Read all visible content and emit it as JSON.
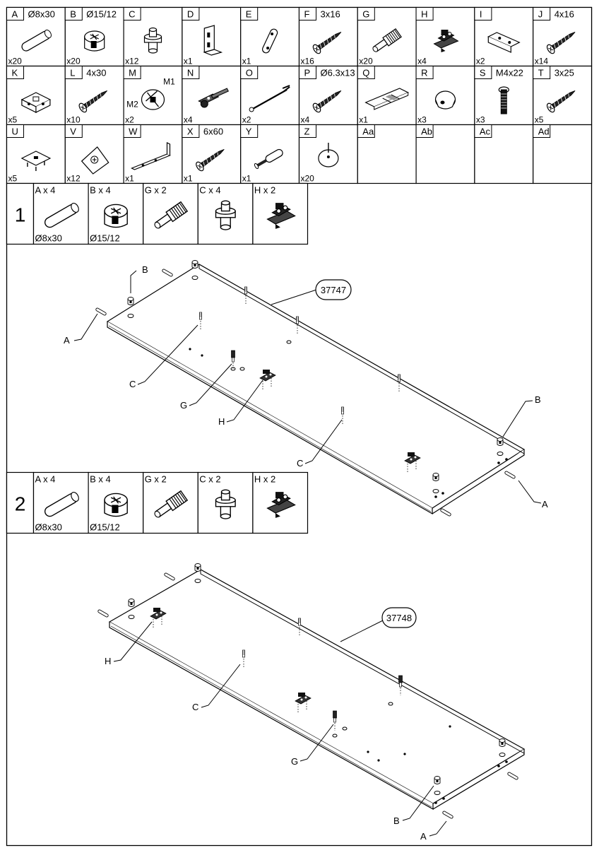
{
  "parts": [
    {
      "letter": "A",
      "spec": "Ø8x30",
      "qty": "x20",
      "icon": "dowel-icon"
    },
    {
      "letter": "B",
      "spec": "Ø15/12",
      "qty": "x20",
      "icon": "cam-lock-icon"
    },
    {
      "letter": "C",
      "spec": "",
      "qty": "x12",
      "icon": "cam-bolt-icon"
    },
    {
      "letter": "D",
      "spec": "",
      "qty": "x1",
      "icon": "bracket-icon"
    },
    {
      "letter": "E",
      "spec": "",
      "qty": "x1",
      "icon": "plate-icon"
    },
    {
      "letter": "F",
      "spec": "3x16",
      "qty": "x16",
      "icon": "screw-icon"
    },
    {
      "letter": "G",
      "spec": "",
      "qty": "x20",
      "icon": "shelf-pin-icon"
    },
    {
      "letter": "H",
      "spec": "",
      "qty": "x4",
      "icon": "hinge-plate-icon"
    },
    {
      "letter": "I",
      "spec": "",
      "qty": "x2",
      "icon": "angle-bracket-icon"
    },
    {
      "letter": "J",
      "spec": "4x16",
      "qty": "x14",
      "icon": "screw-icon"
    },
    {
      "letter": "K",
      "spec": "",
      "qty": "x5",
      "icon": "block-icon"
    },
    {
      "letter": "L",
      "spec": "4x30",
      "qty": "x10",
      "icon": "screw-icon"
    },
    {
      "letter": "M",
      "spec": "",
      "qty": "x2",
      "icon": "rotary-fitting-icon",
      "m1": "M1",
      "m2": "M2"
    },
    {
      "letter": "N",
      "spec": "",
      "qty": "x4",
      "icon": "hinge-icon"
    },
    {
      "letter": "O",
      "spec": "",
      "qty": "x2",
      "icon": "rod-icon"
    },
    {
      "letter": "P",
      "spec": "Ø6.3x13",
      "qty": "x4",
      "icon": "screw-icon"
    },
    {
      "letter": "Q",
      "spec": "",
      "qty": "x1",
      "icon": "pad-strip-icon"
    },
    {
      "letter": "R",
      "spec": "",
      "qty": "x3",
      "icon": "knob-icon"
    },
    {
      "letter": "S",
      "spec": "M4x22",
      "qty": "x3",
      "icon": "bolt-icon"
    },
    {
      "letter": "T",
      "spec": "3x25",
      "qty": "x5",
      "icon": "screw-icon"
    },
    {
      "letter": "U",
      "spec": "",
      "qty": "x5",
      "icon": "clip-icon"
    },
    {
      "letter": "V",
      "spec": "",
      "qty": "x12",
      "icon": "corner-icon"
    },
    {
      "letter": "W",
      "spec": "",
      "qty": "x1",
      "icon": "l-bracket-icon"
    },
    {
      "letter": "X",
      "spec": "6x60",
      "qty": "x1",
      "icon": "screw-icon"
    },
    {
      "letter": "Y",
      "spec": "",
      "qty": "x1",
      "icon": "anchor-icon"
    },
    {
      "letter": "Z",
      "spec": "",
      "qty": "x20",
      "icon": "cap-icon"
    },
    {
      "letter": "Aa",
      "spec": "",
      "qty": "",
      "icon": ""
    },
    {
      "letter": "Ab",
      "spec": "",
      "qty": "",
      "icon": ""
    },
    {
      "letter": "Ac",
      "spec": "",
      "qty": "",
      "icon": ""
    },
    {
      "letter": "Ad",
      "spec": "",
      "qty": "",
      "icon": ""
    }
  ],
  "steps": [
    {
      "number": "1",
      "items": [
        {
          "label": "A x 4",
          "sub": "Ø8x30",
          "icon": "dowel-icon"
        },
        {
          "label": "B x 4",
          "sub": "Ø15/12",
          "icon": "cam-lock-icon"
        },
        {
          "label": "G x 2",
          "sub": "",
          "icon": "shelf-pin-icon"
        },
        {
          "label": "C x 4",
          "sub": "",
          "icon": "cam-bolt-icon"
        },
        {
          "label": "H x 2",
          "sub": "",
          "icon": "hinge-plate-icon"
        }
      ],
      "panel_code": "37747",
      "callouts": [
        "A",
        "B",
        "C",
        "G",
        "H",
        "C",
        "B",
        "A"
      ]
    },
    {
      "number": "2",
      "items": [
        {
          "label": "A x 4",
          "sub": "Ø8x30",
          "icon": "dowel-icon"
        },
        {
          "label": "B x 4",
          "sub": "Ø15/12",
          "icon": "cam-lock-icon"
        },
        {
          "label": "G x 2",
          "sub": "",
          "icon": "shelf-pin-icon"
        },
        {
          "label": "C x 2",
          "sub": "",
          "icon": "cam-bolt-icon"
        },
        {
          "label": "H x 2",
          "sub": "",
          "icon": "hinge-plate-icon"
        }
      ],
      "panel_code": "37748",
      "callouts": [
        "H",
        "C",
        "G",
        "B",
        "A"
      ]
    }
  ]
}
